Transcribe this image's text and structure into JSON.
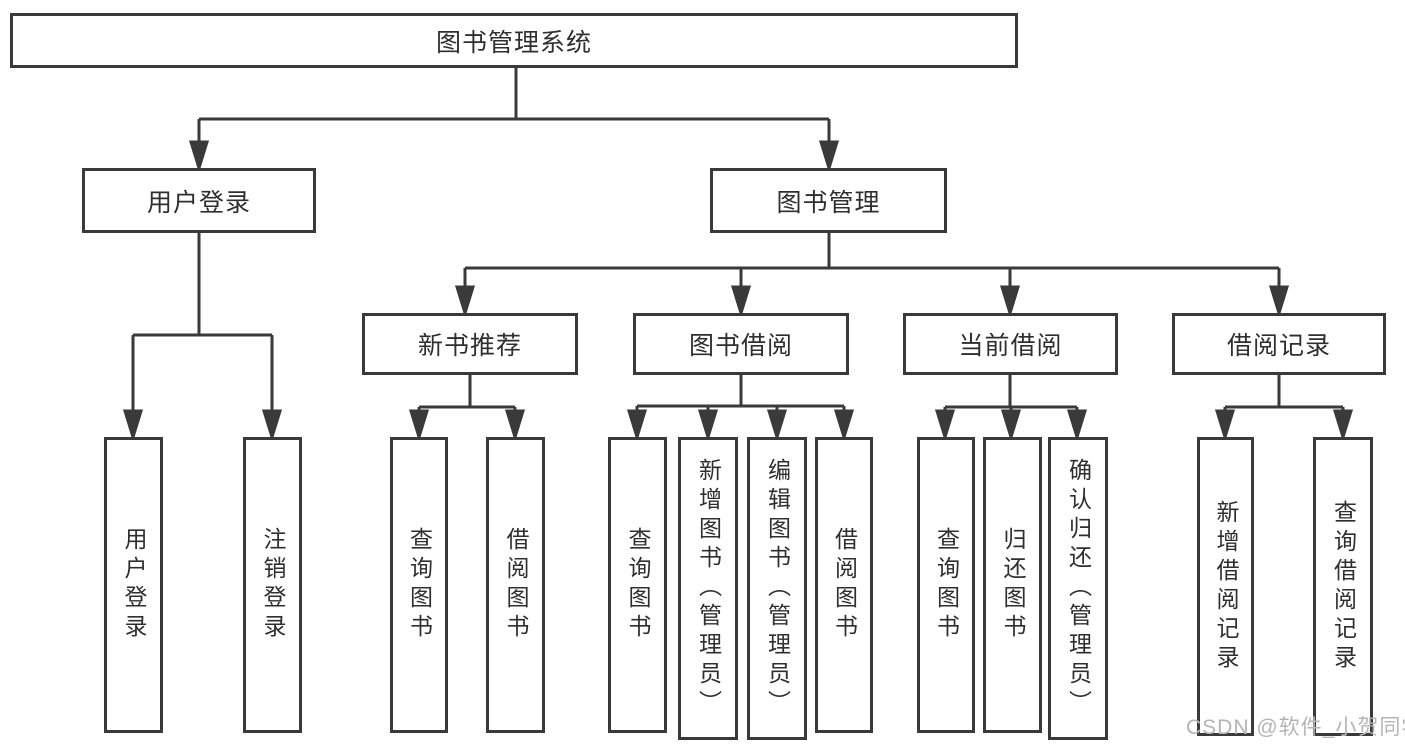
{
  "diagram_title": "图书管理系统",
  "tree": {
    "root": {
      "label": "图书管理系统"
    },
    "branches": [
      {
        "label": "用户登录",
        "leaves": [
          {
            "label": "用户登录"
          },
          {
            "label": "注销登录"
          }
        ]
      },
      {
        "label": "图书管理",
        "groups": [
          {
            "label": "新书推荐",
            "leaves": [
              {
                "label": "查询图书"
              },
              {
                "label": "借阅图书"
              }
            ]
          },
          {
            "label": "图书借阅",
            "leaves": [
              {
                "label": "查询图书"
              },
              {
                "label": "新增图书（管理员）"
              },
              {
                "label": "编辑图书（管理员）"
              },
              {
                "label": "借阅图书"
              }
            ]
          },
          {
            "label": "当前借阅",
            "leaves": [
              {
                "label": "查询图书"
              },
              {
                "label": "归还图书"
              },
              {
                "label": "确认归还（管理员）"
              }
            ]
          },
          {
            "label": "借阅记录",
            "leaves": [
              {
                "label": "新增借阅记录"
              },
              {
                "label": "查询借阅记录"
              }
            ]
          }
        ]
      }
    ]
  },
  "watermark": "CSDN @软件_小贺同学",
  "colors": {
    "line": "#3a3a3a",
    "box_border": "#3a3a3a",
    "text": "#2f2f2f",
    "watermark": "#b5b5b5",
    "background": "#ffffff"
  }
}
